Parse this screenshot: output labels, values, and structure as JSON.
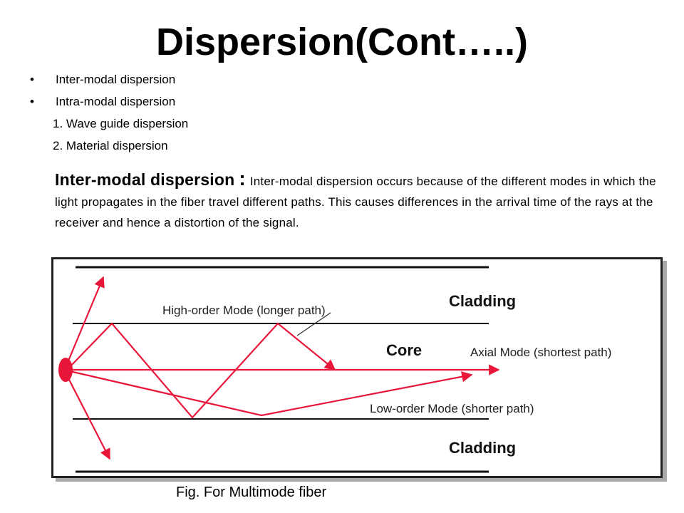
{
  "slide": {
    "title": "Dispersion(Cont…..)",
    "bullets": [
      "Inter-modal dispersion",
      "Intra-modal dispersion"
    ],
    "sub_items": [
      "1. Wave guide dispersion",
      "2. Material dispersion"
    ],
    "paragraph": {
      "lead": "Inter-modal dispersion",
      "colon": ":",
      "body": "Inter-modal dispersion occurs because of the different modes in which the light propagates in the fiber travel different paths. This causes differences in the arrival time of the rays at the receiver and hence a distortion of the signal."
    }
  },
  "figure": {
    "labels": {
      "cladding_top": "Cladding",
      "cladding_bottom": "Cladding",
      "core": "Core",
      "high_order": "High-order Mode (longer path)",
      "axial": "Axial Mode (shortest path)",
      "low_order": "Low-order Mode (shorter path)"
    },
    "colors": {
      "ray": "#e8173a",
      "source": "#e8173a",
      "lines": "#111111"
    },
    "caption": "Fig. For Multimode fiber"
  }
}
